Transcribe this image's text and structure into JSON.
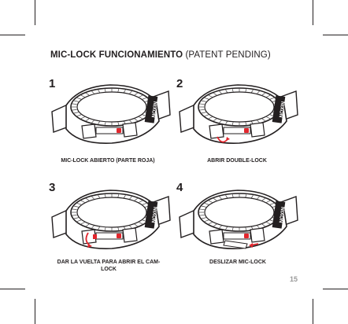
{
  "title": {
    "bold": "MIC-LOCK FUNCIONAMIENTO",
    "rest": "(PATENT PENDING)"
  },
  "steps": [
    {
      "number": "1",
      "caption": "MIC-LOCK ABIERTO (PARTE ROJA)"
    },
    {
      "number": "2",
      "caption": "ABRIR DOUBLE-LOCK"
    },
    {
      "number": "3",
      "caption": "DAR LA VUELTA PARA ABRIR EL CAM-LOCK"
    },
    {
      "number": "4",
      "caption": "DESLIZAR MIC-LOCK"
    }
  ],
  "brand_text": "NIXON",
  "page_number": "15",
  "colors": {
    "ink": "#231f20",
    "accent_red": "#e2262d",
    "page_number": "#9a9a9a"
  }
}
